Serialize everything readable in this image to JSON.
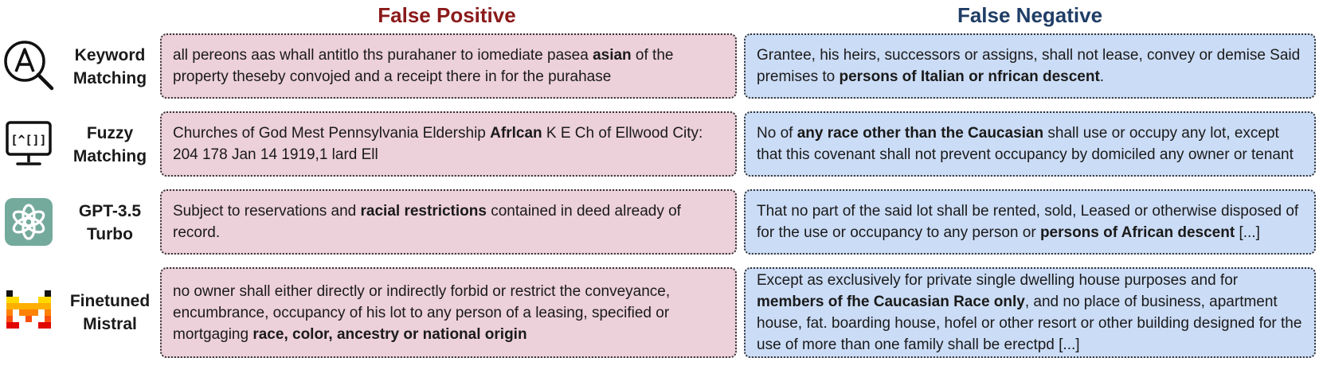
{
  "headers": {
    "false_positive": "False Positive",
    "false_negative": "False Negative"
  },
  "rows": [
    {
      "icon": "magnifier-letter-a-icon",
      "label_line1": "Keyword",
      "label_line2": "Matching",
      "fp": {
        "pre": "all pereons aas whall antitlo ths purahaner to iomediate pasea ",
        "bold": "asian",
        "post": " of the property theseby convojed and a receipt there in for the purahase"
      },
      "fn": {
        "pre": "Grantee, his heirs, successors or assigns, shall not lease, convey or demise Said premises to ",
        "bold": "persons of Italian or nfrican descent",
        "post": "."
      }
    },
    {
      "icon": "monitor-regex-icon",
      "icon_text": "[^[]]",
      "label_line1": "Fuzzy",
      "label_line2": "Matching",
      "fp": {
        "pre": "Churches of God Mest Pennsylvania Eldership ",
        "bold": "Afrlcan",
        "post": " K E Ch of Ellwood City: 204 178 Jan 14 1919,1 lard Ell"
      },
      "fn": {
        "pre": "No of ",
        "bold": "any race other than the Caucasian",
        "post": " shall use or occupy any lot, except that this covenant shall not prevent occupancy by domiciled any owner or tenant"
      }
    },
    {
      "icon": "openai-logo-icon",
      "label_line1": "GPT-3.5",
      "label_line2": "Turbo",
      "fp": {
        "pre": "Subject to reservations and ",
        "bold": "racial restrictions",
        "post": " contained in deed already of record."
      },
      "fn": {
        "pre": "That no part of the said lot shall be rented, sold, Leased or otherwise disposed of for the use or occupancy to any person or ",
        "bold": "persons of African descent",
        "post": " [...]"
      }
    },
    {
      "icon": "mistral-logo-icon",
      "label_line1": "Finetuned",
      "label_line2": "Mistral",
      "fp": {
        "pre": "no owner shall either directly or indirectly forbid or restrict the conveyance, encumbrance, occupancy of his lot to any person of a leasing, specified or mortgaging ",
        "bold": "race, color, ancestry  or national origin",
        "post": ""
      },
      "fn": {
        "pre": "Except as exclusively for private single dwelling house purposes and for ",
        "bold": "members of fhe Caucasian Race only",
        "post": ", and no place of business, apartment house, fat. boarding house, hofel or other resort or other building designed for the use of more than one family shall be erectpd [...]"
      }
    }
  ],
  "colors": {
    "fp_header": "#8b1a1a",
    "fn_header": "#1f3d66",
    "fp_box": "#ecd0da",
    "fn_box": "#cbdcf6",
    "openai_bg": "#74aa9c"
  }
}
